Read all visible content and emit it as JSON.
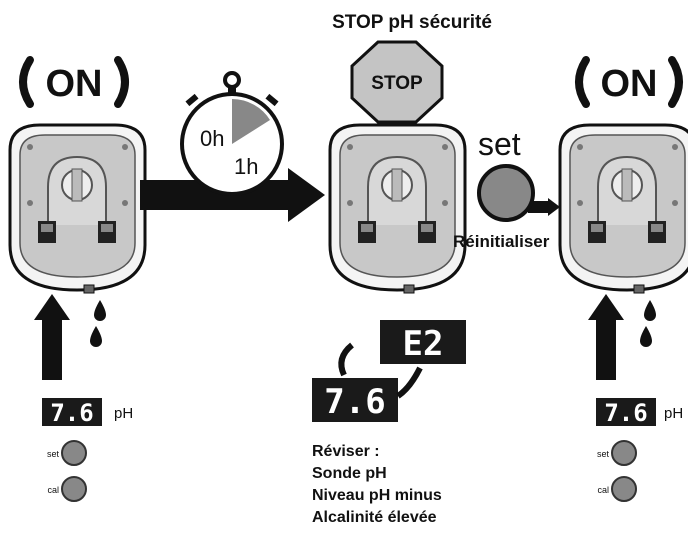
{
  "header": {
    "stop_title": "STOP pH sécurité",
    "stop_sign_text": "STOP"
  },
  "status": {
    "left_on": "ON",
    "right_on": "ON"
  },
  "timer": {
    "start_label": "0h",
    "end_label": "1h"
  },
  "reset": {
    "set_label": "set",
    "reset_label": "Réinitialiser"
  },
  "panels": {
    "left": {
      "display_value": "7.6",
      "unit": "pH",
      "set_label": "set",
      "cal_label": "cal"
    },
    "right": {
      "display_value": "7.6",
      "unit": "pH",
      "set_label": "set",
      "cal_label": "cal"
    }
  },
  "error": {
    "code": "E2",
    "value": "7.6"
  },
  "check": {
    "title": "Réviser :",
    "items": [
      "Sonde pH",
      "Niveau pH minus",
      "Alcalinité élevée"
    ]
  },
  "colors": {
    "pump_body": "#c8c8c8",
    "display_bg": "#1a1a1a",
    "button_fill": "#888888",
    "stop_fill": "#c4c4c4"
  }
}
